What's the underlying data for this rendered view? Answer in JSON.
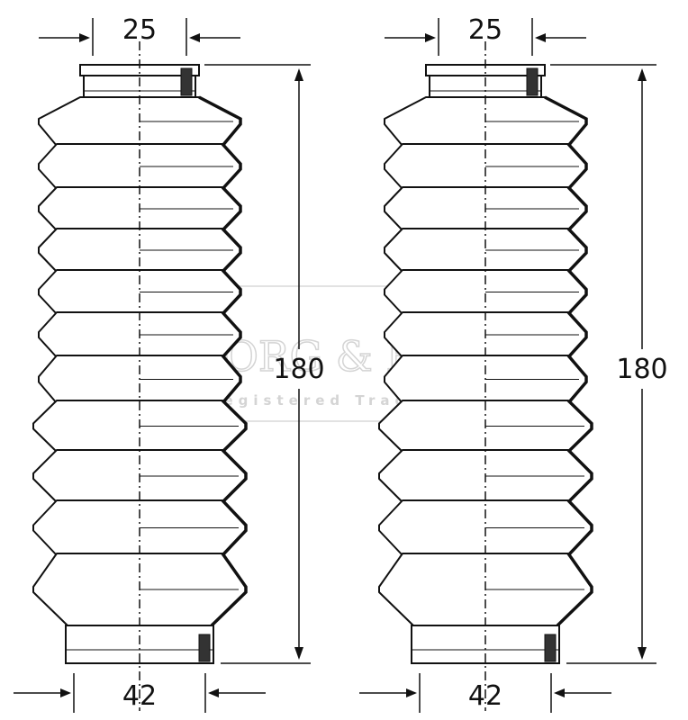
{
  "watermark": {
    "brand": "BORG & BECK",
    "tagline": "Registered Trade Mark"
  },
  "boots": [
    {
      "top_diameter": "25",
      "bottom_diameter": "42",
      "length": "180"
    },
    {
      "top_diameter": "25",
      "bottom_diameter": "42",
      "length": "180"
    }
  ],
  "colors": {
    "line": "#111111",
    "watermark": "#d4d4d4",
    "background": "#ffffff"
  }
}
